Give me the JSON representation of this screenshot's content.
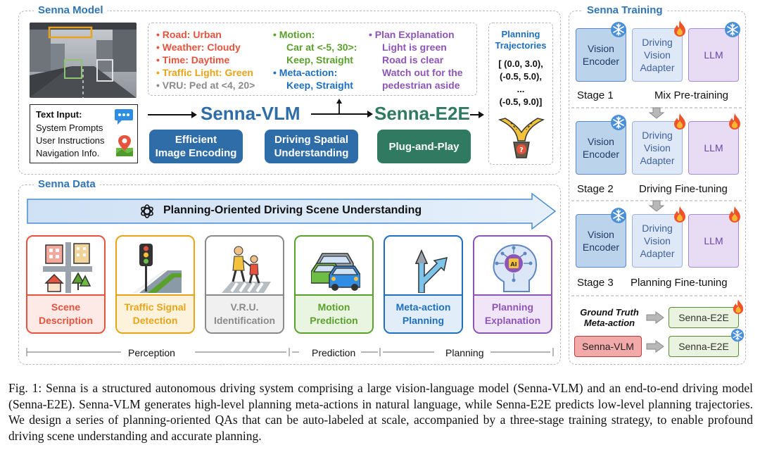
{
  "model_panel": {
    "title": "Senna Model",
    "text_input": {
      "heading": "Text Input:",
      "lines": [
        "System Prompts",
        "User Instructions",
        "Navigation Info."
      ]
    },
    "vlm_label": "Senna-VLM",
    "e2e_label": "Senna-E2E",
    "features": [
      {
        "lines": [
          "Efficient",
          "Image Encoding"
        ]
      },
      {
        "lines": [
          "Driving Spatial",
          "Understanding"
        ]
      },
      {
        "lines": [
          "Plug-and-Play"
        ]
      }
    ],
    "scene_info": [
      {
        "text": "Road: Urban",
        "color": "#e5533d"
      },
      {
        "text": "Weather: Cloudy",
        "color": "#e5533d"
      },
      {
        "text": "Time: Daytime",
        "color": "#e5533d"
      },
      {
        "text": "Traffic Light: Green",
        "color": "#e8a317"
      },
      {
        "text": "VRU: Ped at <4, 20>",
        "color": "#8a8a8a"
      }
    ],
    "motion": {
      "label": "Motion:",
      "lines": [
        "Car at <-5, 30>:",
        "Keep, Straight"
      ],
      "meta_label": "Meta-action:",
      "meta_value": "Keep, Straight"
    },
    "explanation": {
      "label": "Plan Explanation",
      "lines": [
        "Light is green",
        "Road is clear",
        "Watch out for the",
        "pedestrian aside"
      ]
    },
    "trajectories": {
      "title_lines": [
        "Planning",
        "Trajectories"
      ],
      "lines": [
        "[ (0.0, 3.0),",
        "(-0.5, 5.0),",
        "...",
        "(-0.5, 9.0)]"
      ]
    }
  },
  "data_panel": {
    "title": "Senna Data",
    "banner": "Planning-Oriented Driving Scene Understanding",
    "tasks": [
      {
        "lines": [
          "Scene",
          "Description"
        ],
        "color": "#e5533d",
        "fill": "#fde9e5",
        "icon": "city-map-icon"
      },
      {
        "lines": [
          "Traffic Signal",
          "Detection"
        ],
        "color": "#e8a317",
        "fill": "#fdf3dc",
        "icon": "traffic-light-icon"
      },
      {
        "lines": [
          "V.R.U.",
          "Identification"
        ],
        "color": "#8a8a8a",
        "fill": "#f0f0f0",
        "icon": "pedestrians-icon"
      },
      {
        "lines": [
          "Motion",
          "Prediction"
        ],
        "color": "#5aa02c",
        "fill": "#eaf5e1",
        "icon": "cars-icon"
      },
      {
        "lines": [
          "Meta-action",
          "Planning"
        ],
        "color": "#1f6fbf",
        "fill": "#e1edf9",
        "icon": "direction-arrow-icon"
      },
      {
        "lines": [
          "Planning",
          "Explanation"
        ],
        "color": "#8e55b8",
        "fill": "#f1e6f8",
        "icon": "ai-head-icon"
      }
    ],
    "groups": [
      "Perception",
      "Prediction",
      "Planning"
    ]
  },
  "training_panel": {
    "title": "Senna Training",
    "modules": [
      "Vision Encoder",
      "Driving Vision Adapter",
      "LLM"
    ],
    "stages": [
      {
        "num": "Stage 1",
        "name": "Mix Pre-training"
      },
      {
        "num": "Stage 2",
        "name": "Driving Fine-tuning"
      },
      {
        "num": "Stage 3",
        "name": "Planning Fine-tuning"
      }
    ],
    "gt_lines": [
      "Ground Truth",
      "Meta-action"
    ],
    "vlm_box": "Senna-VLM",
    "e2e_box": "Senna-E2E"
  },
  "caption": "Fig. 1: Senna is a structured autonomous driving system comprising a large vision-language model (Senna-VLM) and an end-to-end driving model (Senna-E2E). Senna-VLM generates high-level planning meta-actions in natural language, while Senna-E2E predicts low-level planning trajectories. We design a series of planning-oriented QAs that can be auto-labeled at scale, accompanied by a three-stage training strategy, to enable profound driving scene understanding and accurate planning.",
  "colors": {
    "accent_blue": "#2f74b5",
    "feature_blue": "#2e6da8",
    "e2e_green": "#2f7a61",
    "vlm_red": "#e05a5a"
  }
}
